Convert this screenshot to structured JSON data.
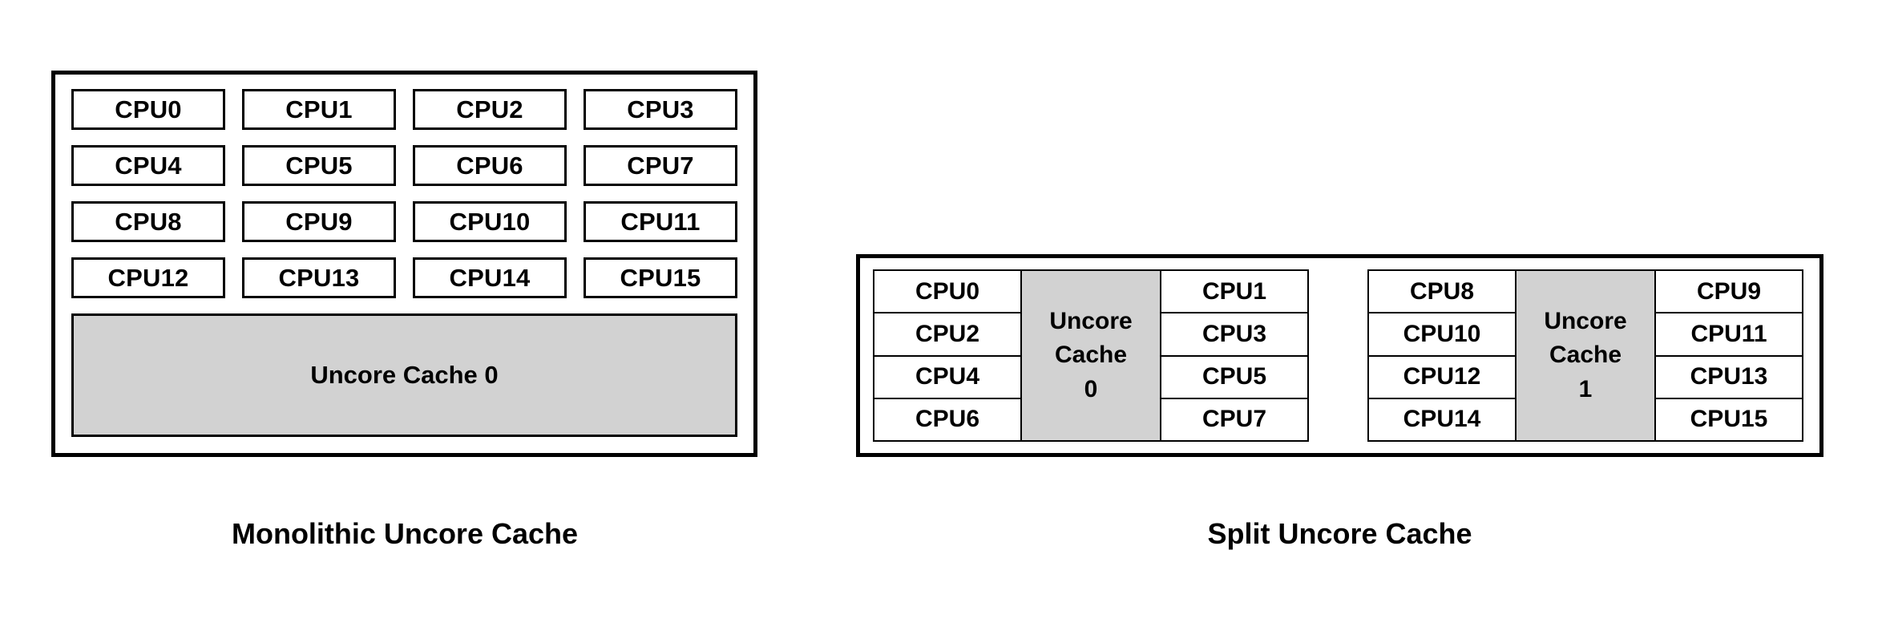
{
  "diagrams": [
    {
      "id": "monolithic",
      "caption": "Monolithic Uncore Cache",
      "cpus": [
        "CPU0",
        "CPU1",
        "CPU2",
        "CPU3",
        "CPU4",
        "CPU5",
        "CPU6",
        "CPU7",
        "CPU8",
        "CPU9",
        "CPU10",
        "CPU11",
        "CPU12",
        "CPU13",
        "CPU14",
        "CPU15"
      ],
      "cache_label": "Uncore Cache 0"
    },
    {
      "id": "split",
      "caption": "Split Uncore Cache",
      "clusters": [
        {
          "left_cpus": [
            "CPU0",
            "CPU2",
            "CPU4",
            "CPU6"
          ],
          "cache_lines": [
            "Uncore",
            "Cache",
            "0"
          ],
          "right_cpus": [
            "CPU1",
            "CPU3",
            "CPU5",
            "CPU7"
          ]
        },
        {
          "left_cpus": [
            "CPU8",
            "CPU10",
            "CPU12",
            "CPU14"
          ],
          "cache_lines": [
            "Uncore",
            "Cache",
            "1"
          ],
          "right_cpus": [
            "CPU9",
            "CPU11",
            "CPU13",
            "CPU15"
          ]
        }
      ]
    }
  ],
  "colors": {
    "background": "#ffffff",
    "outline": "#000000",
    "cache_fill": "#d2d2d2",
    "text": "#000000"
  }
}
